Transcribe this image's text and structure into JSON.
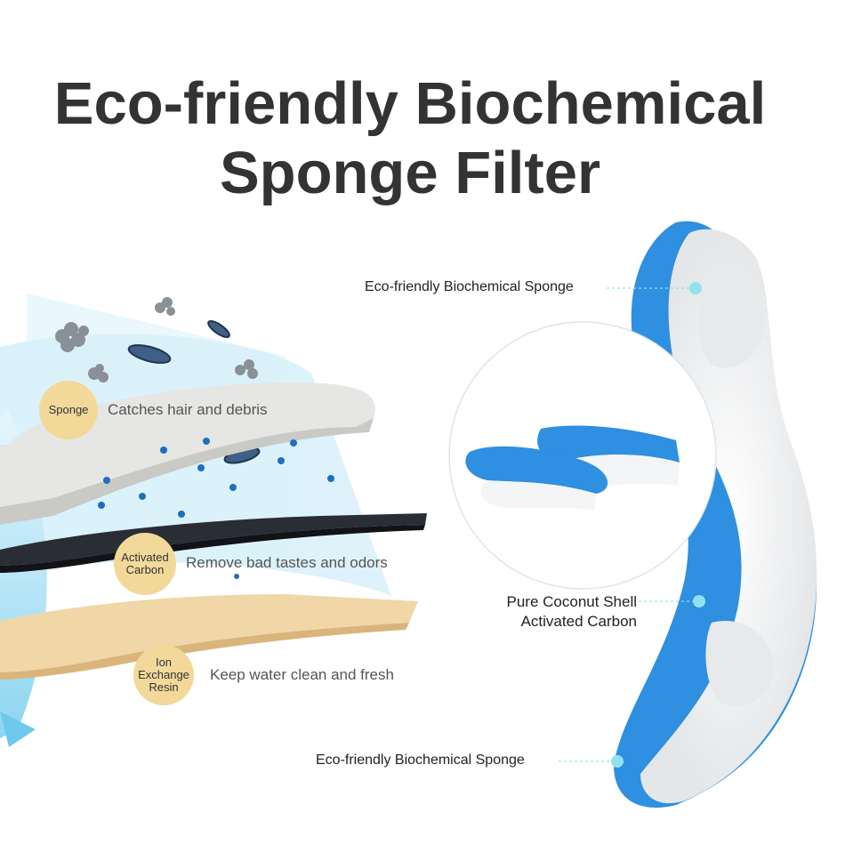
{
  "title": {
    "line1": "Eco-friendly Biochemical",
    "line2": "Sponge Filter"
  },
  "layers": [
    {
      "badge": "Sponge",
      "description": "Catches hair and debris"
    },
    {
      "badge": "Activated\nCarbon",
      "description": "Remove bad tastes and odors"
    },
    {
      "badge": "Ion\nExchange\nResin",
      "description": "Keep water clean and fresh"
    }
  ],
  "callouts": {
    "top": "Eco-friendly Biochemical Sponge",
    "middle_line1": "Pure Coconut Shell",
    "middle_line2": "Activated Carbon",
    "bottom": "Eco-friendly Biochemical Sponge"
  },
  "colors": {
    "title": "#333333",
    "badge": "#f2d99a",
    "sponge_blue": "#2f8fe0",
    "carbon_white": "#eef0f2",
    "water_light_blue": "#bfe3f4",
    "callout_dot": "#8fe3f0"
  }
}
